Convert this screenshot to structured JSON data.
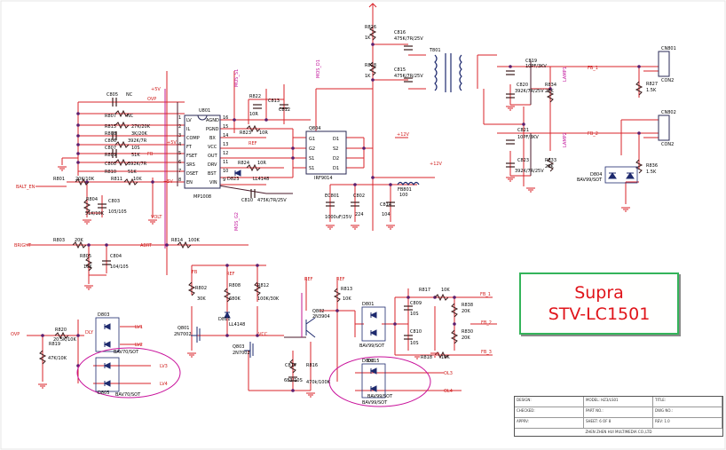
{
  "title": {
    "brand": "Supra",
    "model": "STV-LC1501"
  },
  "colors": {
    "wire_red": "#d9232a",
    "wire_dark": "#4a1a2a",
    "wire_magenta": "#c01890",
    "node": "#5b1e6e",
    "label_box": "#34b45a",
    "title_text": "#e0141a"
  },
  "ic": {
    "u801": {
      "ref": "U801",
      "part": "MP1008",
      "left_pins": [
        "LV",
        "IL",
        "COMP",
        "FT",
        "FSET",
        "SRS",
        "DSET",
        "EN"
      ],
      "right_pins": [
        "AGND",
        "PGND",
        "BX",
        "VCC",
        "OUT",
        "DRV",
        "BST",
        "VIN"
      ],
      "pin_numbers": [
        "1",
        "2",
        "3",
        "4",
        "5",
        "6",
        "7",
        "8",
        "9",
        "10",
        "11",
        "12",
        "13",
        "14",
        "15",
        "16"
      ]
    },
    "q804": {
      "ref": "Q804",
      "part": "IRF9014",
      "pins": [
        "G1",
        "D1",
        "G2",
        "S2",
        "S1",
        "D2",
        "S1",
        "D1"
      ]
    }
  },
  "components": [
    {
      "ref": "C805",
      "value": "NC"
    },
    {
      "ref": "R807",
      "value": "NC"
    },
    {
      "ref": "R815",
      "value": "27K/20K"
    },
    {
      "ref": "R808",
      "value": "3K/20K"
    },
    {
      "ref": "C806",
      "value": "392K/7R"
    },
    {
      "ref": "C807",
      "value": "10S"
    },
    {
      "ref": "R809",
      "value": "51K"
    },
    {
      "ref": "C808",
      "value": "392K/7R"
    },
    {
      "ref": "R810",
      "value": "51K"
    },
    {
      "ref": "R811",
      "value": "10K"
    },
    {
      "ref": "R801",
      "value": "20K/10K"
    },
    {
      "ref": "R804",
      "value": "51K/10K"
    },
    {
      "ref": "C803",
      "value": "105/105"
    },
    {
      "ref": "R822",
      "value": "10R"
    },
    {
      "ref": "C813",
      "value": "10R"
    },
    {
      "ref": "R823",
      "value": "10R"
    },
    {
      "ref": "C812",
      "value": "10S"
    },
    {
      "ref": "R824",
      "value": "10R"
    },
    {
      "ref": "D823",
      "value": "LL4148"
    },
    {
      "ref": "C810",
      "value": "475K/7R/25V"
    },
    {
      "ref": "EC801",
      "value": "1000uF/25V"
    },
    {
      "ref": "C802",
      "value": "224"
    },
    {
      "ref": "C814",
      "value": "104"
    },
    {
      "ref": "FB801",
      "value": "100"
    },
    {
      "ref": "R826",
      "value": "1K"
    },
    {
      "ref": "C816",
      "value": "475K/7R/25V"
    },
    {
      "ref": "R828",
      "value": "1K"
    },
    {
      "ref": "C815",
      "value": "475K/7R/25V"
    },
    {
      "ref": "T801",
      "value": ""
    },
    {
      "ref": "C819",
      "value": "10PF/3KV"
    },
    {
      "ref": "C820",
      "value": "392K/7R/25V"
    },
    {
      "ref": "R834",
      "value": "20K"
    },
    {
      "ref": "R827",
      "value": "1.5K"
    },
    {
      "ref": "C821",
      "value": "10PF/3KV"
    },
    {
      "ref": "C823",
      "value": "392K/7R/25V"
    },
    {
      "ref": "R833",
      "value": "20K"
    },
    {
      "ref": "R836",
      "value": "1.5K"
    },
    {
      "ref": "D804",
      "value": "BAV99/SOT"
    },
    {
      "ref": "CN801",
      "value": "CON2"
    },
    {
      "ref": "CN802",
      "value": "CON2"
    },
    {
      "ref": "R803",
      "value": "20K"
    },
    {
      "ref": "R805",
      "value": "10K"
    },
    {
      "ref": "C804",
      "value": "104/105"
    },
    {
      "ref": "R814",
      "value": "100K"
    },
    {
      "ref": "R802",
      "value": "30K"
    },
    {
      "ref": "R808",
      "value": "680K"
    },
    {
      "ref": "R812",
      "value": "100K/30K"
    },
    {
      "ref": "D811",
      "value": "LL4148"
    },
    {
      "ref": "Q801",
      "value": "2N7002"
    },
    {
      "ref": "Q803",
      "value": "2N7002"
    },
    {
      "ref": "C817",
      "value": "683/10S"
    },
    {
      "ref": "R816",
      "value": "470k/100K"
    },
    {
      "ref": "Q802",
      "value": "2N3904"
    },
    {
      "ref": "R813",
      "value": "10K"
    },
    {
      "ref": "D801",
      "value": "BAV99/SOT"
    },
    {
      "ref": "D802",
      "value": "BAV99/SOT"
    },
    {
      "ref": "C809",
      "value": "10S"
    },
    {
      "ref": "R817",
      "value": "10K"
    },
    {
      "ref": "R838",
      "value": "20K"
    },
    {
      "ref": "R830",
      "value": "20K"
    },
    {
      "ref": "C810",
      "value": "10S"
    },
    {
      "ref": "R818",
      "value": "10K"
    },
    {
      "ref": "D803",
      "value": "BAV70/SOT"
    },
    {
      "ref": "R820",
      "value": "20.5K/10K"
    },
    {
      "ref": "R819",
      "value": "47K/10K"
    },
    {
      "ref": "D805",
      "value": "BAV70/SOT"
    },
    {
      "ref": "D815",
      "value": "BAV99/SOT"
    }
  ],
  "nets": {
    "blt_en": "BALT_EN",
    "bright": "BRIGHT",
    "plus12v": "+12V",
    "plus5v": "+5V",
    "ovp": "OVP",
    "ovp_in": "OVP",
    "vcc": "VCC",
    "ref": "REF",
    "fb": "FB",
    "fb1": "FB_1",
    "fb2": "FB_2",
    "fb3": "FB_3",
    "ol3": "OL3",
    "ol4": "OL4",
    "lv1": "LV1",
    "lv2": "LV2",
    "lv3": "LV3",
    "lv4": "LV4",
    "abrt": "ABRT",
    "dly": "DLY",
    "volt": "VOLT",
    "lamp1": "LAMP1",
    "lamp2": "LAMP2",
    "top_v1": "MOS_S1",
    "top_v2": "MOS_D1",
    "top_v3": "MOS_G2"
  },
  "title_block": {
    "labels": [
      "DESIGN:",
      "CHECKED:",
      "APPRV:",
      "MODEL:",
      "PART NO.:",
      "SHEET:",
      "TITLE:",
      "DWG NO.:",
      "REV:"
    ],
    "values": [
      "",
      "",
      "",
      "HZ3/LS01",
      "",
      "6  OF  8",
      "",
      "",
      "1.0"
    ],
    "company": "ZHEN ZHEN HUI MULTIMEDIA CO.,LTD"
  }
}
